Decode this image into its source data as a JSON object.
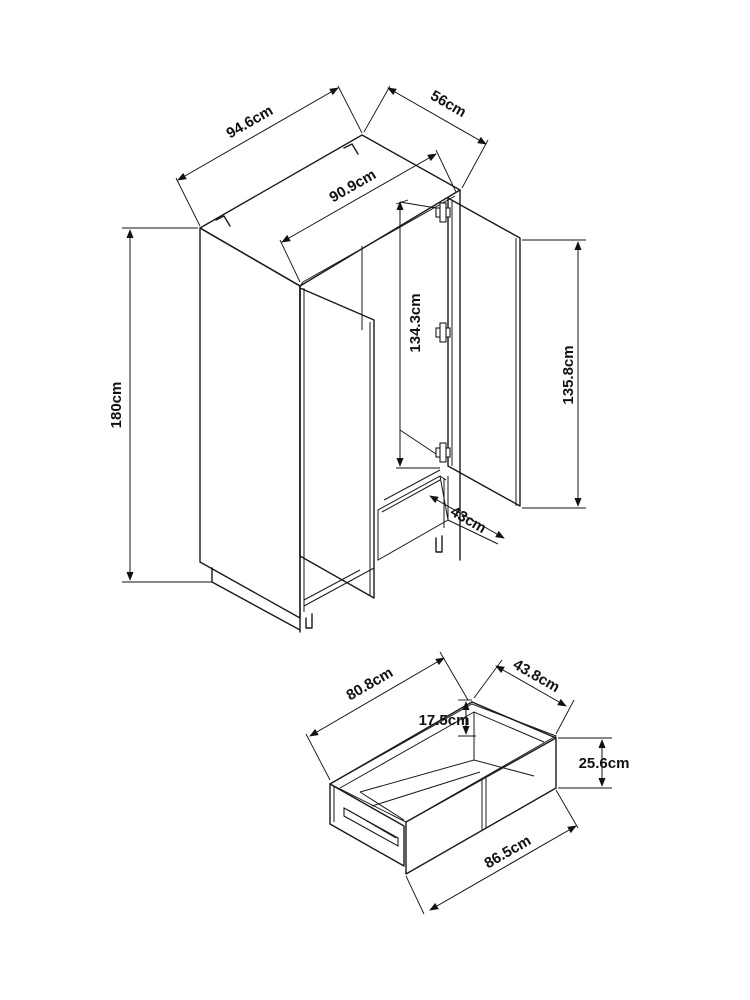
{
  "diagram": {
    "wardrobe": {
      "dimensions": {
        "width_outer": "94.6cm",
        "depth": "56cm",
        "width_inner": "90.9cm",
        "height_total": "180cm",
        "height_inner": "134.3cm",
        "door_height": "135.8cm",
        "door_width": "43cm"
      }
    },
    "drawer": {
      "dimensions": {
        "inner_width": "80.8cm",
        "depth": "43.8cm",
        "inner_height": "17.5cm",
        "front_height": "25.6cm",
        "front_width": "86.5cm"
      }
    },
    "colors": {
      "line": "#1a1a1a",
      "background": "#ffffff"
    }
  }
}
